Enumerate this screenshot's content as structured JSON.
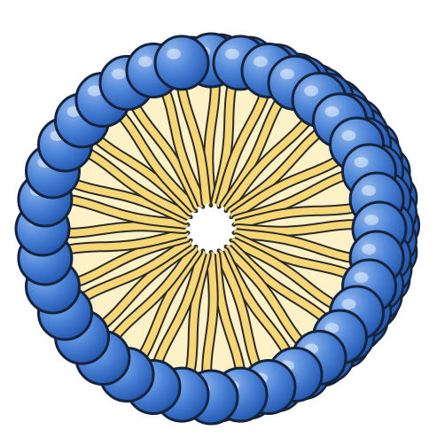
{
  "diagram": {
    "subject": "micelle",
    "head_count_front_ring": 36,
    "tail_count": 36,
    "colors": {
      "background": "#ffffff",
      "head_fill_light": "#8fb7ee",
      "head_fill_mid": "#4a82d6",
      "head_fill_dark": "#2459b0",
      "head_outline": "#16233c",
      "tail_fill": "#f7d775",
      "tail_outline": "#2a2a2a",
      "core_fill": "#fdf1c8",
      "center_fill": "#ffffff"
    }
  }
}
